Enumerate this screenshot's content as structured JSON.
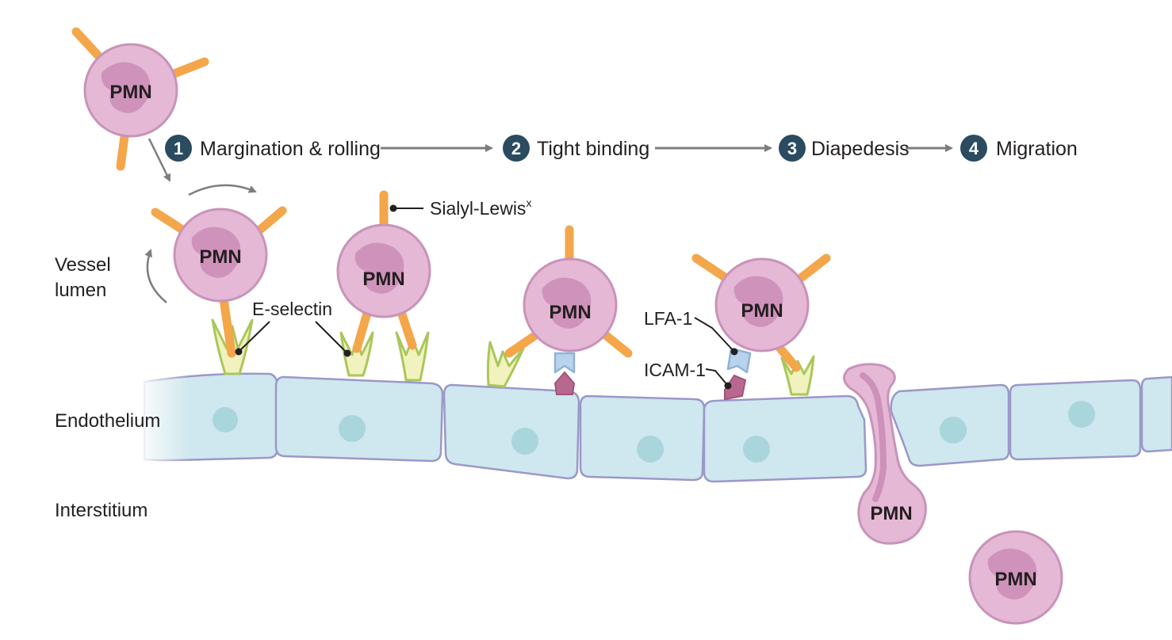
{
  "steps": [
    {
      "number": "1",
      "label": "Margination & rolling"
    },
    {
      "number": "2",
      "label": "Tight binding"
    },
    {
      "number": "3",
      "label": "Diapedesis"
    },
    {
      "number": "4",
      "label": "Migration"
    }
  ],
  "regions": {
    "vessel_lumen_line1": "Vessel",
    "vessel_lumen_line2": "lumen",
    "endothelium": "Endothelium",
    "interstitium": "Interstitium"
  },
  "callouts": {
    "sialyl_lewis": "Sialyl-Lewis",
    "sialyl_lewis_sup": "x",
    "e_selectin": "E-selectin",
    "lfa1": "LFA-1",
    "icam1": "ICAM-1"
  },
  "cell_label": "PMN",
  "colors": {
    "pmn_fill": "#e5b8d6",
    "pmn_stroke": "#c893b9",
    "nucleus": "#c98ab4",
    "receptor_orange": "#f4a64a",
    "selectin_fill": "#f1f2bd",
    "selectin_stroke": "#a9c75a",
    "endothelium_fill": "#cfe7ee",
    "endothelium_stroke": "#9b98c9",
    "endothelium_nucleus": "#a9d6dc",
    "lfa1": "#b8d3ec",
    "icam1": "#b8678f",
    "step_circle": "#2a4b60",
    "arrow": "#7d7d7d"
  }
}
